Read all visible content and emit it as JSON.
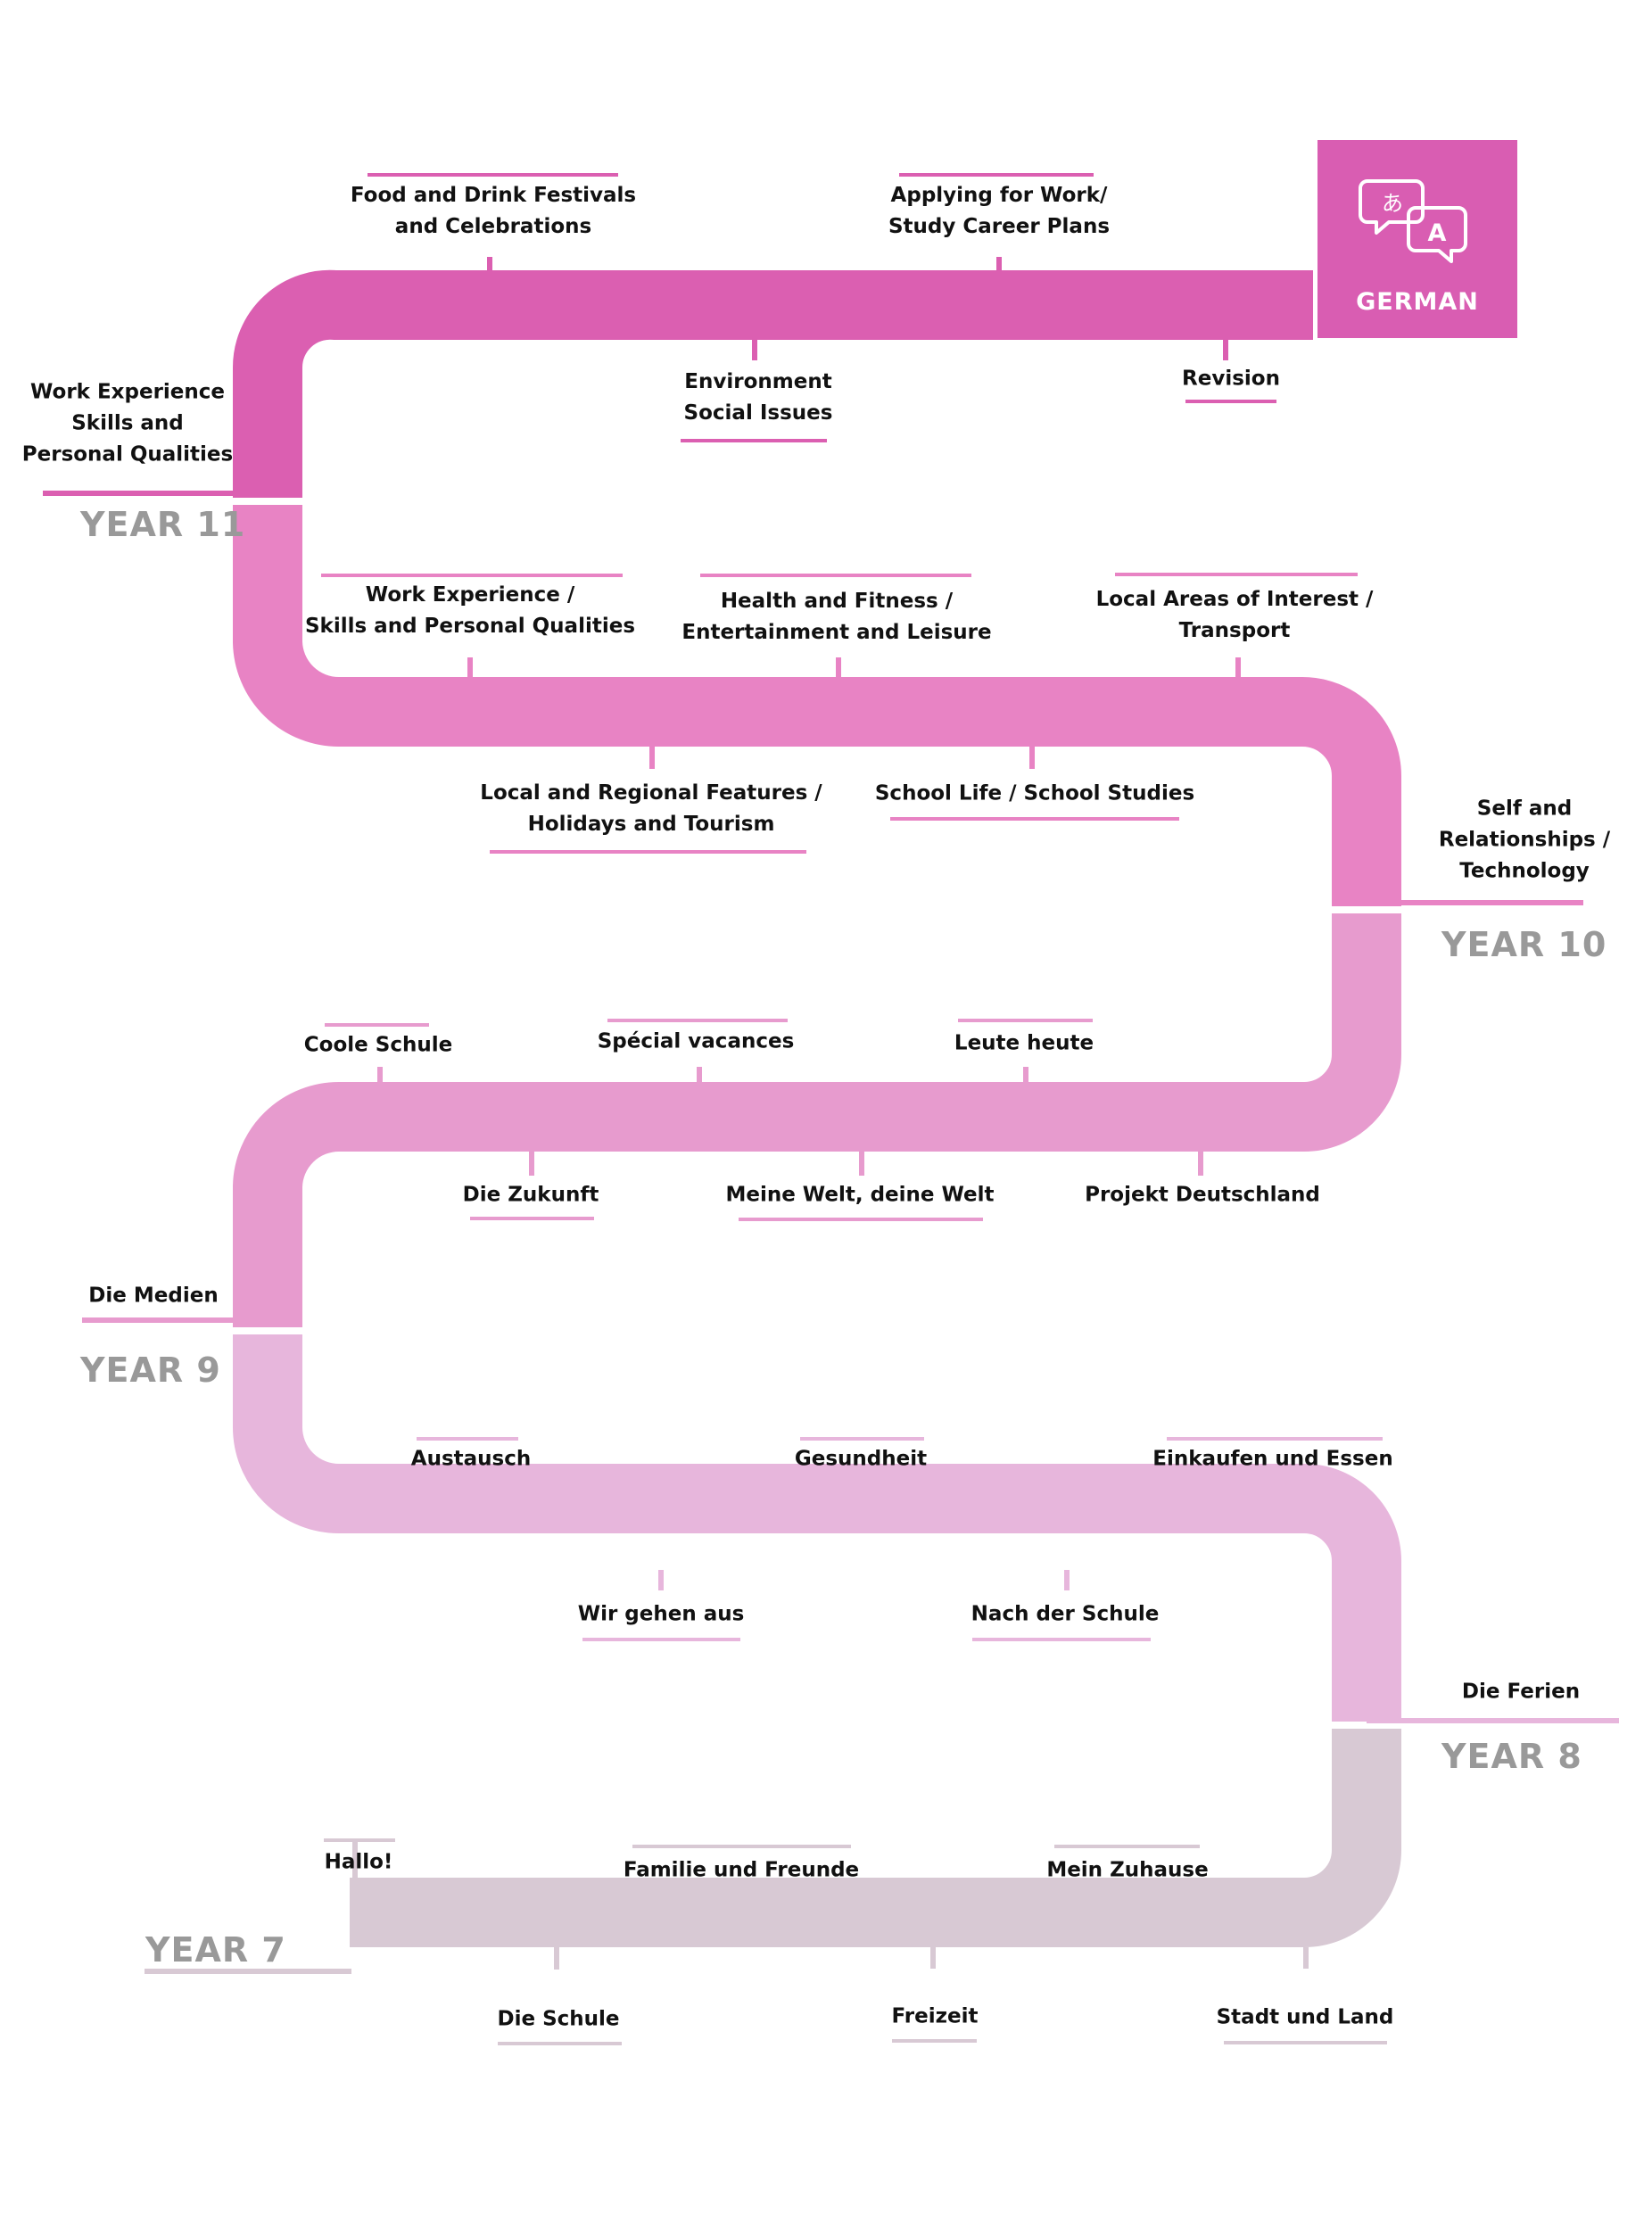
{
  "subject": "GERMAN",
  "icon": "translate-icon",
  "colors": {
    "year11": "#db5fb1",
    "year10": "#e883c4",
    "year9": "#e79bce",
    "year8": "#e7b6dc",
    "year7": "#d8c9d4",
    "badge": "#d95db2",
    "year_label": "#999999"
  },
  "years": [
    {
      "id": "year11",
      "label": "YEAR 11",
      "topics": [
        "Food and Drink Festivals\nand Celebrations",
        "Applying for Work/\nStudy Career Plans",
        "Environment\nSocial Issues",
        "Revision",
        "Work Experience\nSkills and\nPersonal Qualities"
      ]
    },
    {
      "id": "year10",
      "label": "YEAR 10",
      "topics": [
        "Work Experience /\nSkills and Personal Qualities",
        "Health and Fitness /\nEntertainment and Leisure",
        "Local Areas of Interest /\nTransport",
        "Local and Regional Features /\nHolidays and Tourism",
        "School Life / School Studies",
        "Self and\nRelationships /\nTechnology"
      ]
    },
    {
      "id": "year9",
      "label": "YEAR 9",
      "topics": [
        "Coole Schule",
        "Spécial vacances",
        "Leute heute",
        "Die Zukunft",
        "Meine Welt, deine Welt",
        "Projekt Deutschland",
        "Die Medien"
      ]
    },
    {
      "id": "year8",
      "label": "YEAR 8",
      "topics": [
        "Austausch",
        "Gesundheit",
        "Einkaufen und Essen",
        "Wir gehen aus",
        "Nach der Schule",
        "Die Ferien"
      ]
    },
    {
      "id": "year7",
      "label": "YEAR 7",
      "topics": [
        "Hallo!",
        "Familie und Freunde",
        "Mein Zuhause",
        "Die Schule",
        "Freizeit",
        "Stadt und Land"
      ]
    }
  ]
}
